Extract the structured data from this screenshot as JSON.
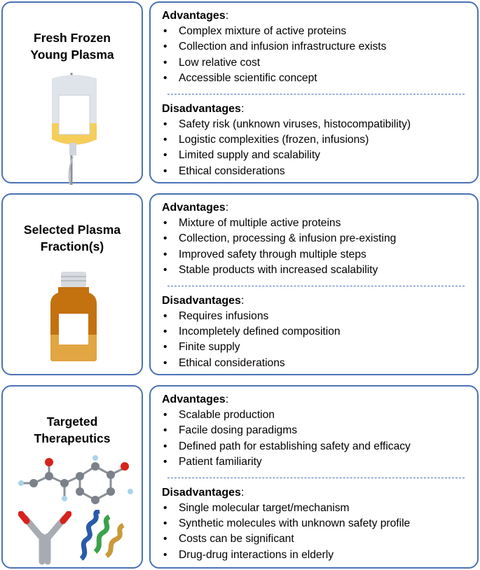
{
  "colors": {
    "border": "#4a72b5"
  },
  "rows": [
    {
      "title": "Fresh Frozen Young Plasma",
      "icon": "plasma-bag-icon",
      "adv_head": "Advantages",
      "advantages": [
        "Complex mixture of active proteins",
        "Collection and infusion infrastructure exists",
        "Low relative cost",
        "Accessible scientific concept"
      ],
      "dis_head": "Disadvantages",
      "disadvantages": [
        "Safety risk (unknown viruses, histocompatibility)",
        "Logistic complexities (frozen, infusions)",
        "Limited supply and scalability",
        "Ethical considerations"
      ]
    },
    {
      "title": "Selected Plasma Fraction(s)",
      "icon": "medicine-bottle-icon",
      "adv_head": "Advantages",
      "advantages": [
        "Mixture of multiple active proteins",
        "Collection, processing & infusion pre-existing",
        "Improved safety through multiple steps",
        "Stable products with increased scalability"
      ],
      "dis_head": "Disadvantages",
      "disadvantages": [
        "Requires infusions",
        "Incompletely defined composition",
        "Finite supply",
        "Ethical considerations"
      ]
    },
    {
      "title": "Targeted Therapeutics",
      "icon": "molecule-antibody-protein-icon",
      "adv_head": "Advantages",
      "advantages": [
        "Scalable production",
        "Facile dosing paradigms",
        "Defined path for establishing safety and efficacy",
        "Patient familiarity"
      ],
      "dis_head": "Disadvantages",
      "disadvantages": [
        "Single molecular target/mechanism",
        "Synthetic molecules with unknown safety profile",
        "Costs can be significant",
        "Drug-drug interactions in elderly"
      ]
    }
  ]
}
